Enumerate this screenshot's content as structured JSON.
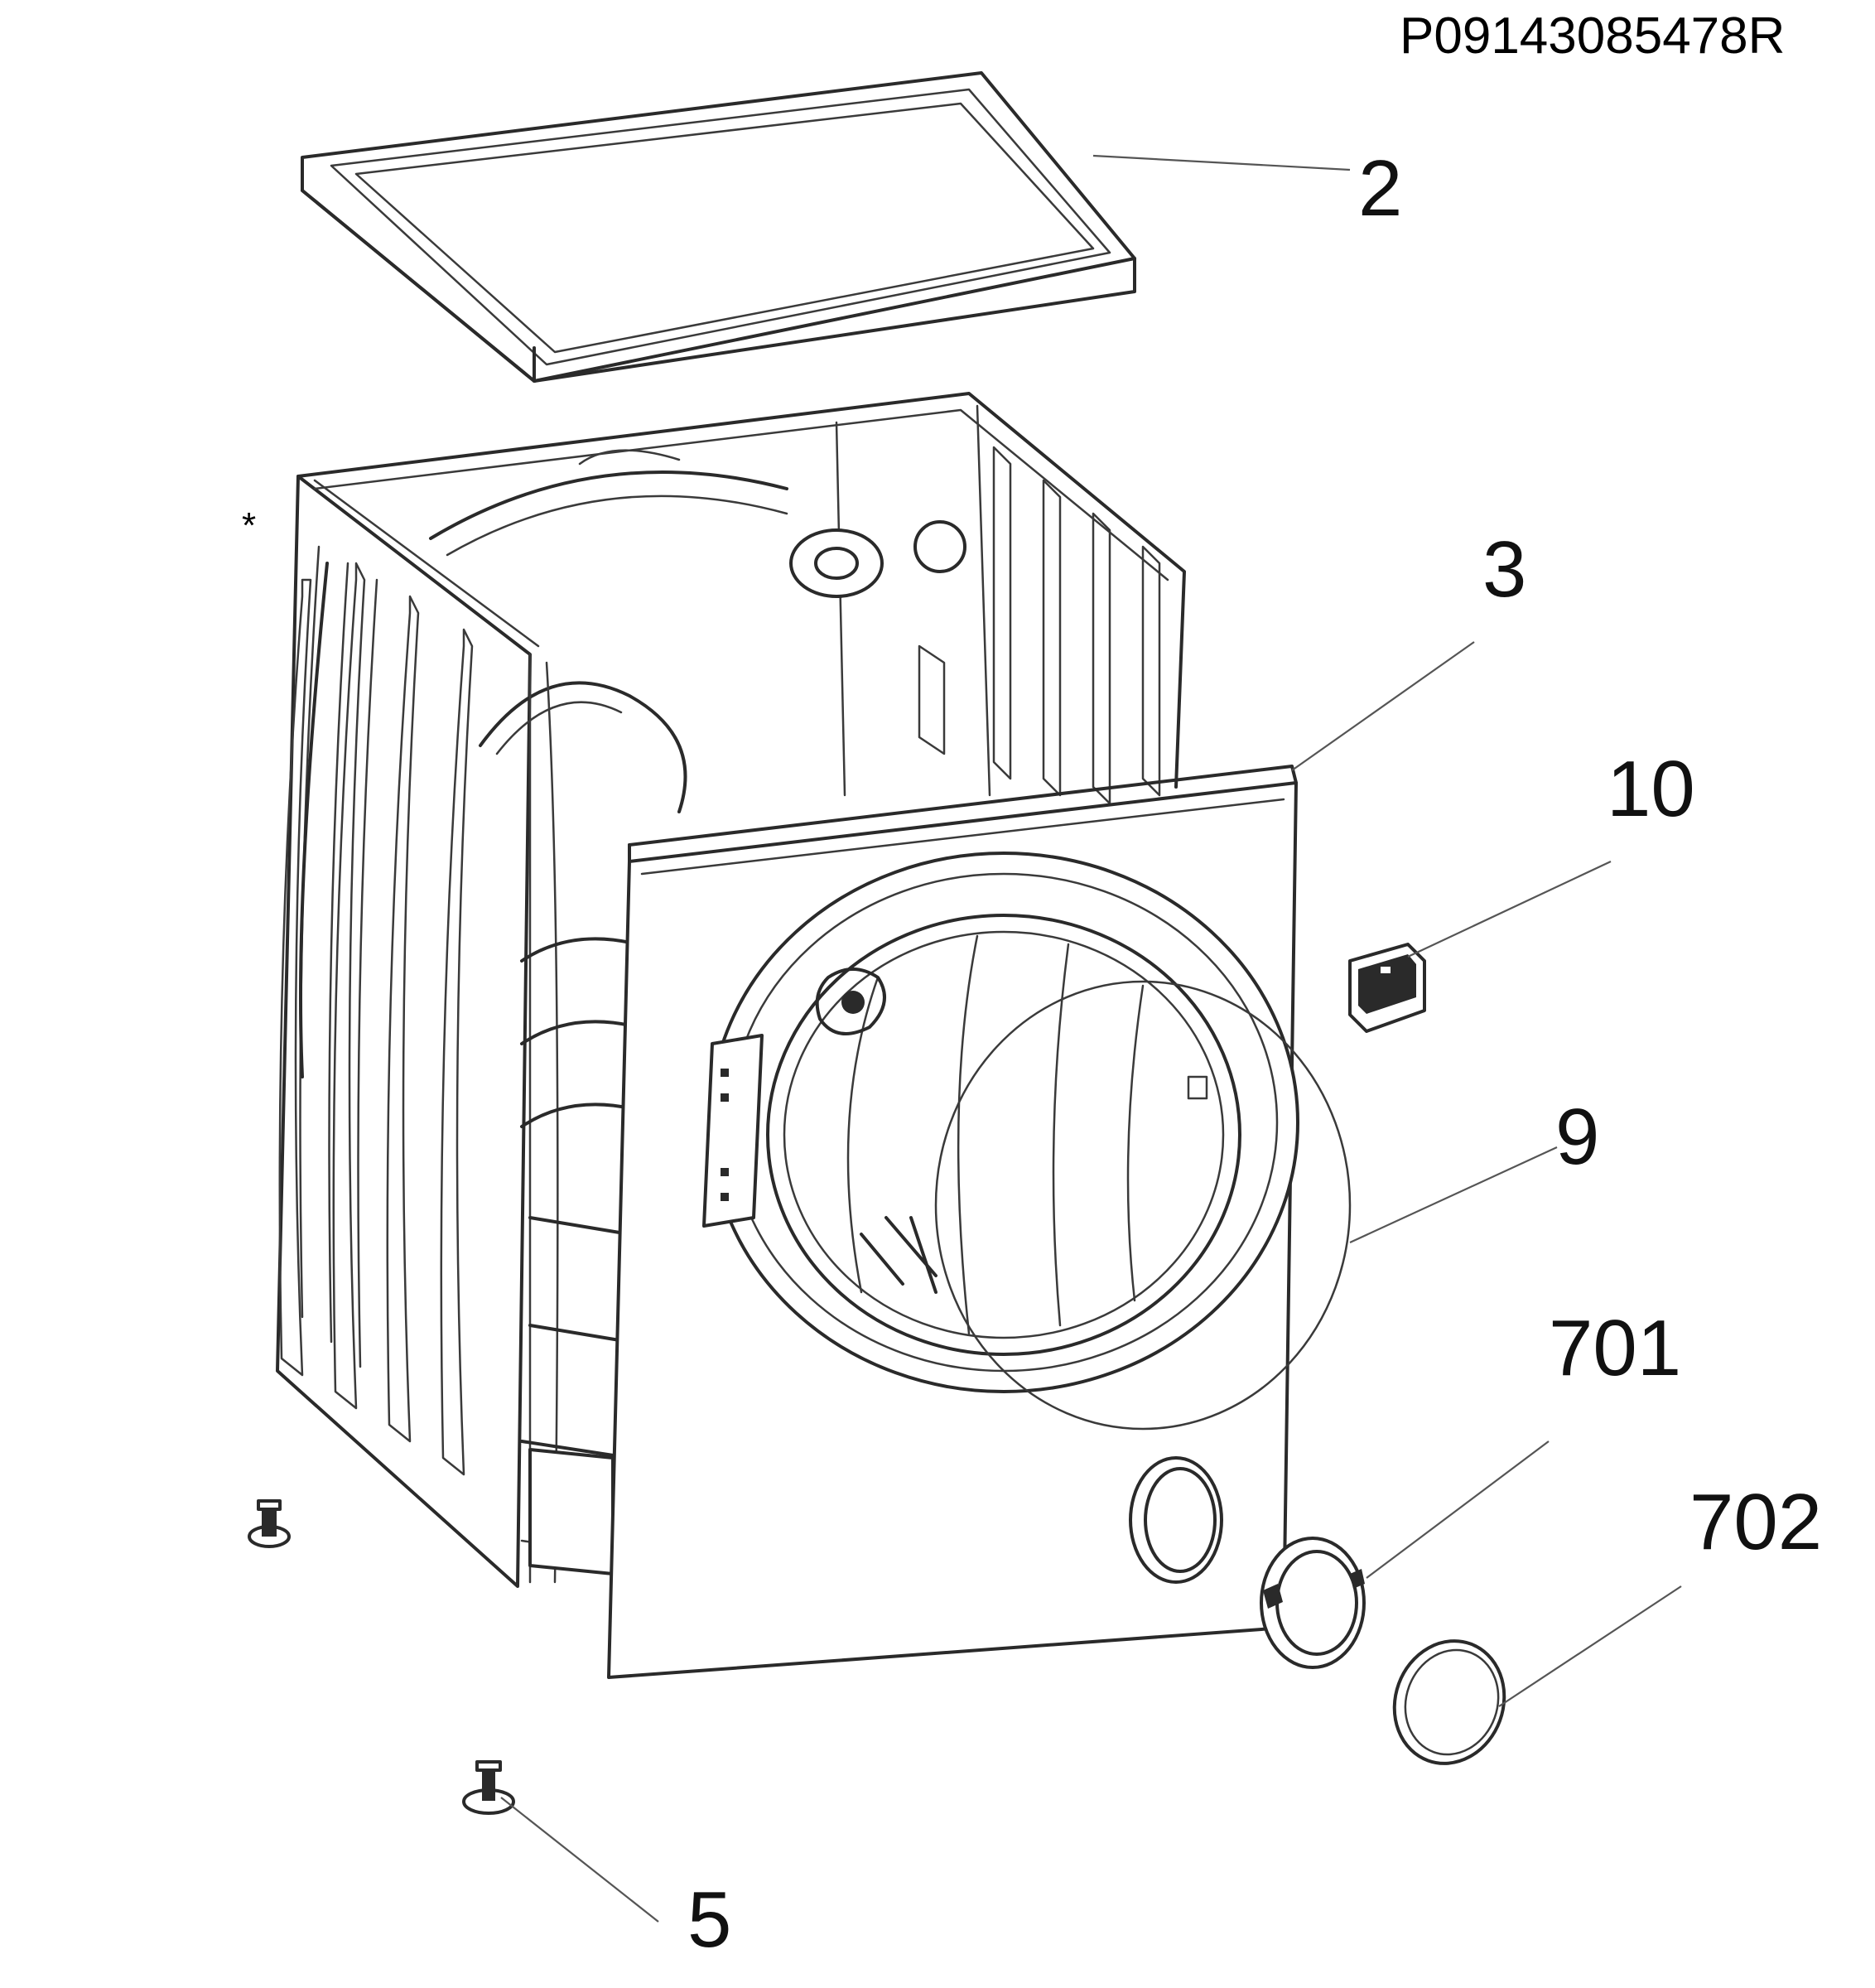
{
  "drawing_code": "P09143085478R",
  "asterisk": "*",
  "callouts": [
    {
      "id": "2",
      "label": "2",
      "part": "worktop"
    },
    {
      "id": "3",
      "label": "3",
      "part": "front-panel"
    },
    {
      "id": "10",
      "label": "10",
      "part": "door-lock"
    },
    {
      "id": "9",
      "label": "9",
      "part": "door-gasket"
    },
    {
      "id": "701",
      "label": "701",
      "part": "filter-housing"
    },
    {
      "id": "702",
      "label": "702",
      "part": "filter-cover"
    },
    {
      "id": "5",
      "label": "5",
      "part": "adjustable-foot"
    }
  ],
  "colors": {
    "line": "#2a2a2a",
    "fill": "#ffffff",
    "shade": "#e8e8e8",
    "leader": "#555555"
  }
}
